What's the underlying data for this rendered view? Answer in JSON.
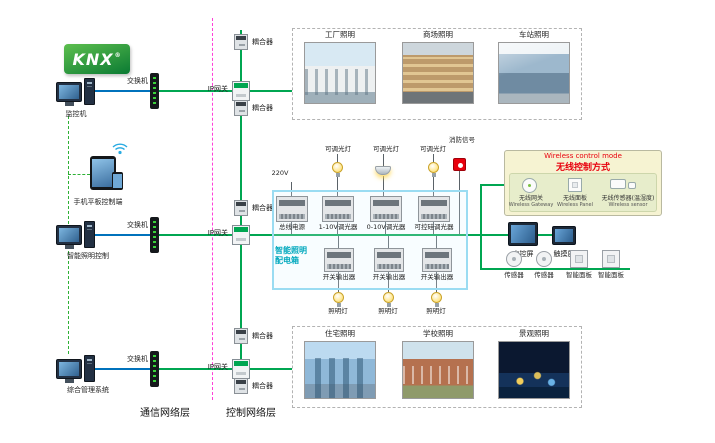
{
  "logo": {
    "text": "KNX",
    "registered": "®"
  },
  "left_column": {
    "workstations": [
      {
        "label": "监控机"
      },
      {
        "label": "手机平板控制端"
      },
      {
        "label": "智能照明控制"
      },
      {
        "label": "综合管理系统"
      }
    ]
  },
  "network": {
    "switch_label": "交换机",
    "gateway_label": "IP网关",
    "coupler_label": "耦合器",
    "layer_labels": {
      "communication": "通信网络层",
      "control": "控制网络层"
    }
  },
  "top_group": {
    "photos": [
      {
        "label": "工厂照明"
      },
      {
        "label": "商场照明"
      },
      {
        "label": "车站照明"
      }
    ]
  },
  "bottom_group": {
    "photos": [
      {
        "label": "住宅照明"
      },
      {
        "label": "学校照明"
      },
      {
        "label": "景观照明"
      }
    ]
  },
  "distribution": {
    "title_line1": "智能照明",
    "title_line2": "配电箱",
    "power_label": "220V",
    "loads_top": [
      "可调光灯",
      "可调光灯",
      "可调光灯",
      "消防信号"
    ],
    "modules_row1": [
      "总线电源",
      "1-10V调光器",
      "0-10V调光器",
      "可控硅调光器"
    ],
    "modules_row2": [
      "开关输出器",
      "开关输出器",
      "开关输出器"
    ],
    "loads_bottom": [
      "照明灯",
      "照明灯",
      "照明灯"
    ]
  },
  "wireless": {
    "title_en": "Wireless control mode",
    "title_cn": "无线控制方式",
    "items": [
      {
        "cn": "无线网关",
        "en": "Wireless Gateway"
      },
      {
        "cn": "无线面板",
        "en": "Wireless Panel"
      },
      {
        "cn": "无线传感器(温湿度)",
        "en": "Wireless sensor"
      }
    ]
  },
  "right_devices": {
    "screens": [
      {
        "label": "中控屏"
      },
      {
        "label": "触摸屏"
      }
    ],
    "field": [
      {
        "label": "传感器"
      },
      {
        "label": "传感器"
      },
      {
        "label": "智能面板"
      },
      {
        "label": "智能面板"
      }
    ]
  },
  "colors": {
    "bus_green": "#00a651",
    "line_blue": "#0072bc",
    "layer_magenta": "#ff3fd8",
    "alarm_red": "#e8000d",
    "box_blue": "#9adcf2",
    "title_teal": "#00a8bd"
  }
}
